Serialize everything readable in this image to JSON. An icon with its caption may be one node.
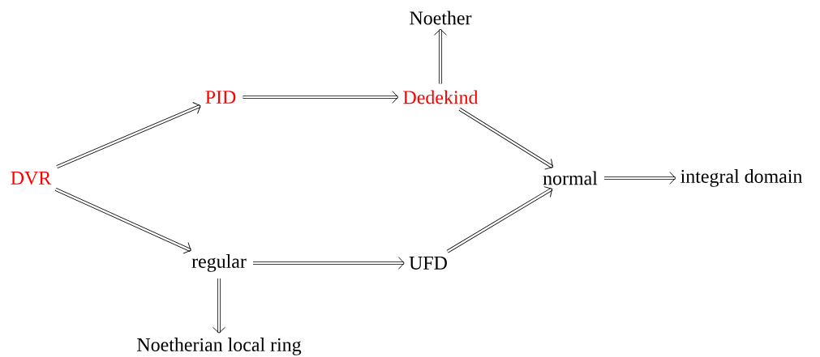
{
  "diagram": {
    "nodes": [
      {
        "text": [
          "Noether"
        ]
      },
      {
        "text": [
          "PID"
        ]
      },
      {
        "text": [
          "Dedekind"
        ]
      },
      {
        "text": [
          "DVR"
        ]
      },
      {
        "text": [
          "normal"
        ]
      },
      {
        "text": [
          "integral domain"
        ]
      },
      {
        "text": [
          "regular"
        ]
      },
      {
        "text": [
          "UFD"
        ]
      },
      {
        "text": [
          "Noetherian local ring"
        ]
      }
    ],
    "edges": [
      {
        "from": 3,
        "to": 1,
        "arrow": "to"
      },
      {
        "from": 3,
        "to": 6,
        "arrow": "to"
      },
      {
        "from": 1,
        "to": 2,
        "arrow": "to"
      },
      {
        "from": 2,
        "to": 0,
        "arrow": "to"
      },
      {
        "from": 2,
        "to": 4,
        "arrow": "to"
      },
      {
        "from": 6,
        "to": 7,
        "arrow": "to"
      },
      {
        "from": 7,
        "to": 4,
        "arrow": "to"
      },
      {
        "from": 4,
        "to": 5,
        "arrow": "to"
      },
      {
        "from": 6,
        "to": 8,
        "arrow": "to"
      }
    ]
  }
}
